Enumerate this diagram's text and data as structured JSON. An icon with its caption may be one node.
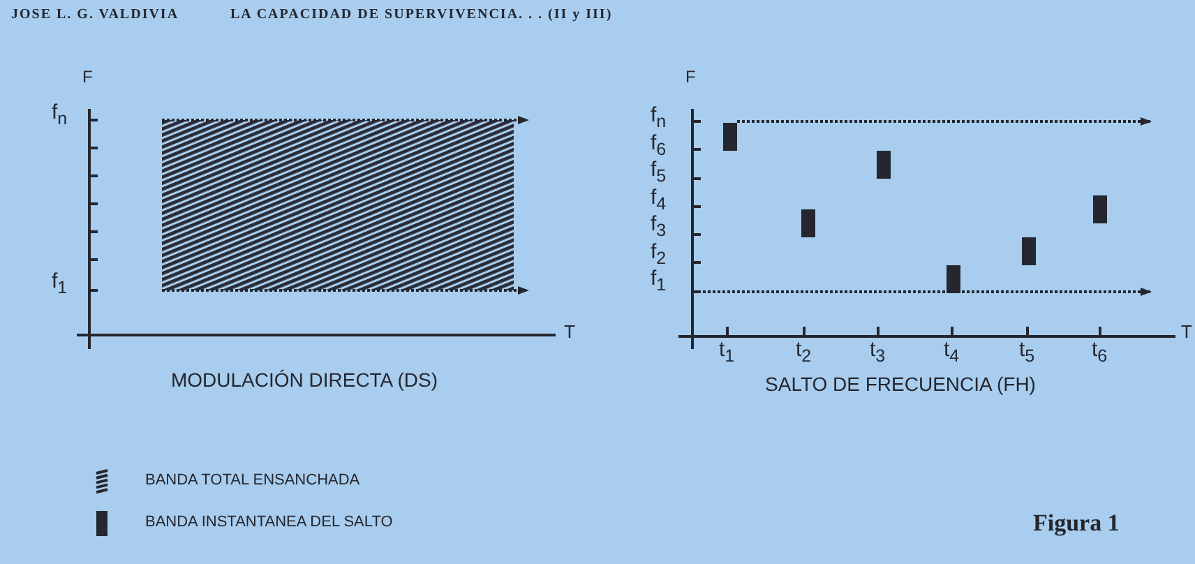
{
  "diagram": {
    "caption": "Figura 1",
    "labels": [
      "JOSE L. G. VALDIVIA",
      "LA CAPACIDAD DE SUPERVIVENCIA. . . (II y III)",
      "F",
      "f$_{n}$",
      "f$_{1}$",
      "T",
      "MODULACIÓN DIRECTA (DS)",
      "F",
      "f$_{n}$",
      "f$_{6}$",
      "f$_{5}$",
      "f$_{4}$",
      "f$_{3}$",
      "f$_{2}$",
      "f$_{1}$",
      "t$_{1}$",
      "t$_{2}$",
      "t$_{3}$",
      "t$_{4}$",
      "t$_{5}$",
      "t$_{6}$",
      "T",
      "SALTO DE FRECUENCIA (FH)"
    ],
    "legend": [
      {
        "text": "BANDA TOTAL ENSANCHADA"
      },
      {
        "text": "BANDA INSTANTANEA DEL SALTO"
      }
    ]
  }
}
